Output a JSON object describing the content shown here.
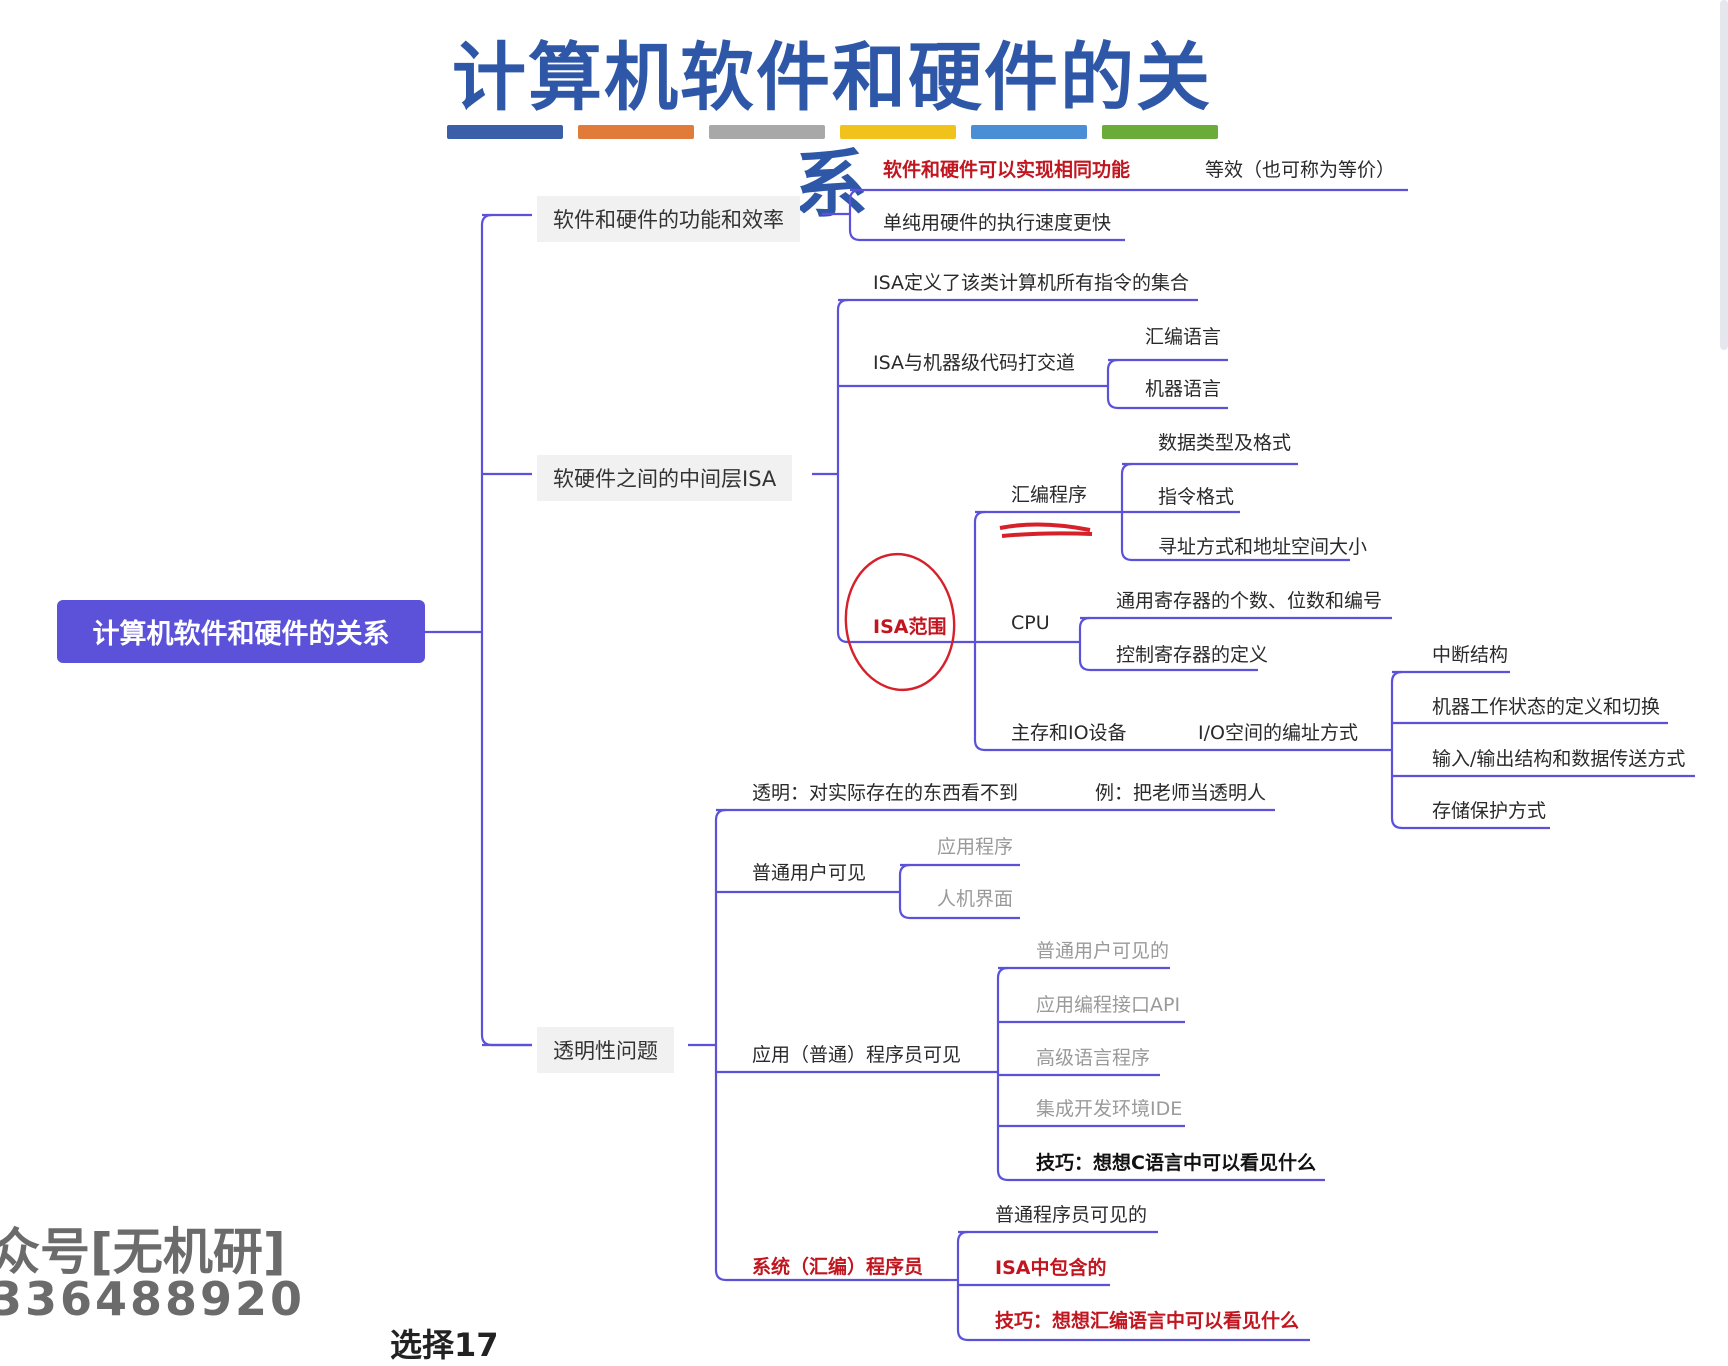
{
  "title": "计算机软件和硬件的关系",
  "colorbar": [
    "#3a5ea8",
    "#e07b3a",
    "#a8a8a8",
    "#f2c21c",
    "#4a8fd6",
    "#6aab3a"
  ],
  "root": "计算机软件和硬件的关系",
  "branch1": {
    "label": "软件和硬件的功能和效率",
    "item1": "软件和硬件可以实现相同功能",
    "item1_note": "等效（也可称为等价）",
    "item2": "单纯用硬件的执行速度更快"
  },
  "branch2": {
    "label": "软硬件之间的中间层ISA",
    "isa_def": "ISA定义了该类计算机所有指令的集合",
    "isa_code": "ISA与机器级代码打交道",
    "asm_lang": "汇编语言",
    "mach_lang": "机器语言",
    "isa_scope": "ISA范围",
    "assembler": "汇编程序",
    "data_types": "数据类型及格式",
    "inst_format": "指令格式",
    "addr_mode": "寻址方式和地址空间大小",
    "cpu": "CPU",
    "gpr": "通用寄存器的个数、位数和编号",
    "ctrl_reg": "控制寄存器的定义",
    "mem_io": "主存和IO设备",
    "io_addr": "I/O空间的编址方式",
    "interrupt": "中断结构",
    "machine_state": "机器工作状态的定义和切换",
    "io_struct": "输入/输出结构和数据传送方式",
    "storage_protect": "存储保护方式"
  },
  "branch3": {
    "label": "透明性问题",
    "transparent": "透明：对实际存在的东西看不到",
    "transparent_eg": "例：把老师当透明人",
    "user_visible": "普通用户可见",
    "app": "应用程序",
    "hci": "人机界面",
    "app_prog_visible": "应用（普通）程序员可见",
    "u_visible2": "普通用户可见的",
    "api": "应用编程接口API",
    "hll": "高级语言程序",
    "ide": "集成开发环境IDE",
    "tip1": "技巧：想想C语言中可以看见什么",
    "sys_prog": "系统（汇编）程序员",
    "prog_visible": "普通程序员可见的",
    "isa_contains": "ISA中包含的",
    "tip2": "技巧：想想汇编语言中可以看见什么"
  },
  "watermark": {
    "line1": "众号[无机研]",
    "line2": "336488920",
    "bottom": "选择17"
  }
}
